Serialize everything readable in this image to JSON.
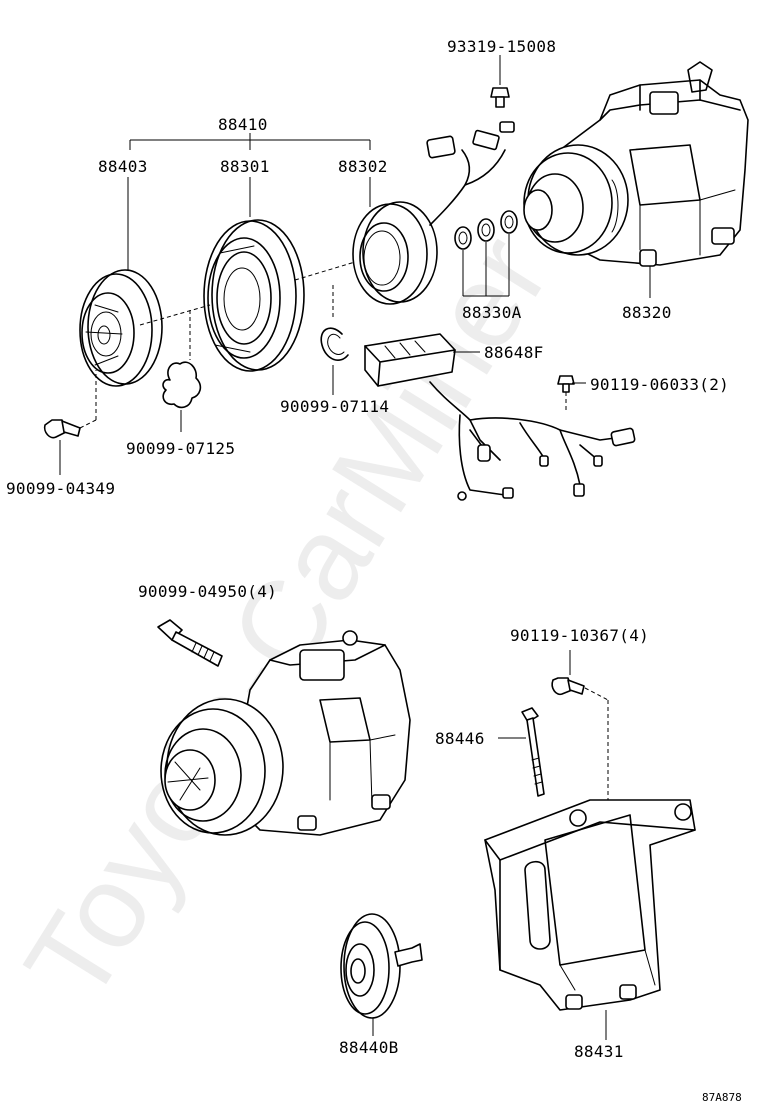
{
  "watermark": "Toyota-CarMiner",
  "figure_code": "87A878",
  "labels": {
    "p88410": "88410",
    "p88403": "88403",
    "p88301": "88301",
    "p88302": "88302",
    "p93319": "93319-15008",
    "p88320": "88320",
    "p88330A": "88330A",
    "p88648F": "88648F",
    "p90119_06033": "90119-06033(2)",
    "p90099_07114": "90099-07114",
    "p90099_07125": "90099-07125",
    "p90099_04349": "90099-04349",
    "p90099_04950": "90099-04950(4)",
    "p90119_10367": "90119-10367(4)",
    "p88446": "88446",
    "p88440B": "88440B",
    "p88431": "88431"
  }
}
